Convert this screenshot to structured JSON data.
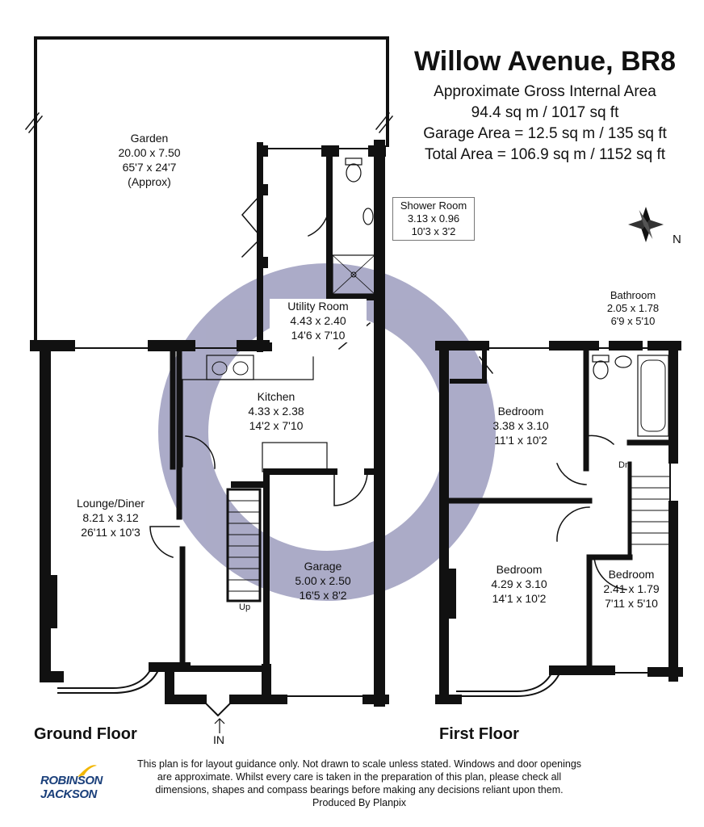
{
  "header": {
    "title": "Willow Avenue, BR8",
    "area_line1": "Approximate Gross Internal Area",
    "area_line2": "94.4 sq m / 1017 sq ft",
    "area_line3": "Garage Area = 12.5 sq m / 135 sq ft",
    "area_line4": "Total Area = 106.9 sq m / 1152 sq ft"
  },
  "compass": {
    "north_label": "N"
  },
  "ground_floor": {
    "label": "Ground Floor",
    "entrance_label": "IN",
    "stairs_label": "Up",
    "rooms": [
      {
        "name": "Garden",
        "dim_m": "20.00 x 7.50",
        "dim_ft": "65'7 x 24'7",
        "note": "(Approx)"
      },
      {
        "name": "Shower Room",
        "dim_m": "3.13 x 0.96",
        "dim_ft": "10'3 x 3'2"
      },
      {
        "name": "Utility Room",
        "dim_m": "4.43 x 2.40",
        "dim_ft": "14'6 x 7'10"
      },
      {
        "name": "Kitchen",
        "dim_m": "4.33 x 2.38",
        "dim_ft": "14'2 x 7'10"
      },
      {
        "name": "Lounge/Diner",
        "dim_m": "8.21 x 3.12",
        "dim_ft": "26'11 x 10'3"
      },
      {
        "name": "Garage",
        "dim_m": "5.00 x 2.50",
        "dim_ft": "16'5 x 8'2"
      }
    ]
  },
  "first_floor": {
    "label": "First Floor",
    "stairs_label": "Dn",
    "rooms": [
      {
        "name": "Bathroom",
        "dim_m": "2.05 x 1.78",
        "dim_ft": "6'9 x 5'10"
      },
      {
        "name": "Bedroom",
        "dim_m": "3.38 x 3.10",
        "dim_ft": "11'1 x 10'2"
      },
      {
        "name": "Bedroom",
        "dim_m": "4.29 x 3.10",
        "dim_ft": "14'1 x 10'2"
      },
      {
        "name": "Bedroom",
        "dim_m": "2.41 x 1.79",
        "dim_ft": "7'11 x 5'10"
      }
    ]
  },
  "footer": {
    "disclaimer_line1": "This plan is for layout guidance only. Not drawn to scale unless stated. Windows and door openings",
    "disclaimer_line2": "are approximate. Whilst every care is taken in the preparation of this plan, please check all",
    "disclaimer_line3": "dimensions, shapes and compass bearings before making any decisions reliant upon them.",
    "disclaimer_line4": "Produced By Planpix",
    "logo_line1": "ROBINSON",
    "logo_line2": "JACKSON"
  },
  "colors": {
    "wall": "#111111",
    "watermark": "#3d3a8a",
    "logo": "#1a3f7a",
    "logo_accent": "#f2b705"
  }
}
